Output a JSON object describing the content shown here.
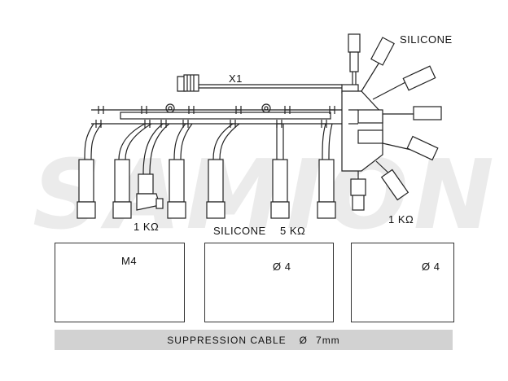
{
  "labels": {
    "silicone_top": "SILICONE",
    "x1": "X1",
    "res_left": "1 KΩ",
    "silicone_mid": "SILICONE",
    "res_mid": "5 KΩ",
    "res_right": "1 KΩ",
    "m4": "M4",
    "dia_mid": "Ø 4",
    "dia_right": "Ø 4"
  },
  "watermark": "SAMION",
  "footer": {
    "cable_label": "SUPPRESSION CABLE",
    "diameter_symbol": "Ø",
    "diameter_value": "7mm"
  }
}
